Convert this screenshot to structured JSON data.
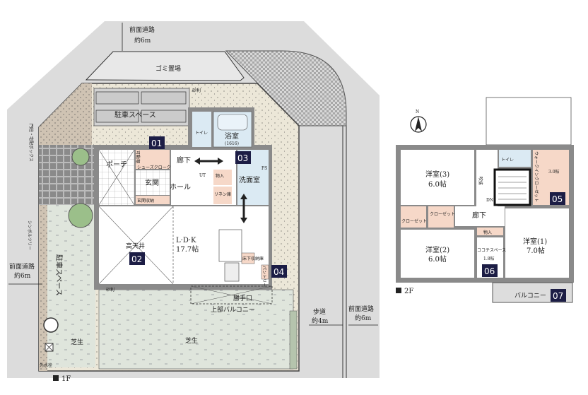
{
  "colors": {
    "road": "#dcdcdc",
    "site": "#ece7d8",
    "lawn": "#dfe5dc",
    "wall": "#8a8a8a",
    "wet": "#dbeaf3",
    "closet": "#f6d8c8",
    "badge": "#1c1d45"
  },
  "roads": {
    "top": {
      "name": "前面道路",
      "width": "約6m"
    },
    "left": {
      "name": "前面道路",
      "width": "約6m"
    },
    "sidewalk": {
      "name": "歩道",
      "width": "約4m"
    },
    "right": {
      "name": "前面道路",
      "width": "約6m"
    }
  },
  "floor_1f": {
    "legend": "1F",
    "garbage": "ゴミ置場",
    "parking_top": "駐車スペース",
    "parking_left": "駐車スペース",
    "gravel": "砂利",
    "porch": "ポーチ",
    "shoe_closet": "シューズクローク",
    "shelf": "可動棚",
    "entrance": "玄関",
    "entrance_storage": "玄関収納",
    "corridor": "廊下",
    "hall": "ホール",
    "toilet": "トイレ",
    "bath": "浴室",
    "bath_size": "(1616)",
    "washroom": "洗面室",
    "storage": "物入",
    "linen": "リネン庫",
    "ut": "UT",
    "ldk": "L·D·K",
    "ldk_size": "17.7帖",
    "void": "高天井",
    "underfloor": "床下収納庫",
    "pantry": "パントリー",
    "back_door": "勝手口",
    "upper_balcony": "上部バルコニー",
    "lawn": "芝生",
    "fs": "FS",
    "symbol_tree": "シンボルツリー",
    "mailbox": "門柱・宅配ボックス",
    "faucet": "外水栓"
  },
  "floor_2f": {
    "legend": "2F",
    "north": "N",
    "room3": "洋室(3)",
    "room3_size": "6.0帖",
    "room2": "洋室(2)",
    "room2_size": "6.0帖",
    "room1": "洋室(1)",
    "room1_size": "7.0帖",
    "closet": "クローゼット",
    "corridor": "廊下",
    "toilet": "トイレ",
    "wic": "ウォークインクローゼット",
    "wic_size": "3.0帖",
    "storage": "物入",
    "kokochi": "ココチスペース",
    "kokochi_size": "1.8帖",
    "balcony": "バルコニー",
    "dn": "DN",
    "stairwell": "吹抜"
  },
  "badges": [
    "01",
    "02",
    "03",
    "04",
    "05",
    "06",
    "07"
  ]
}
